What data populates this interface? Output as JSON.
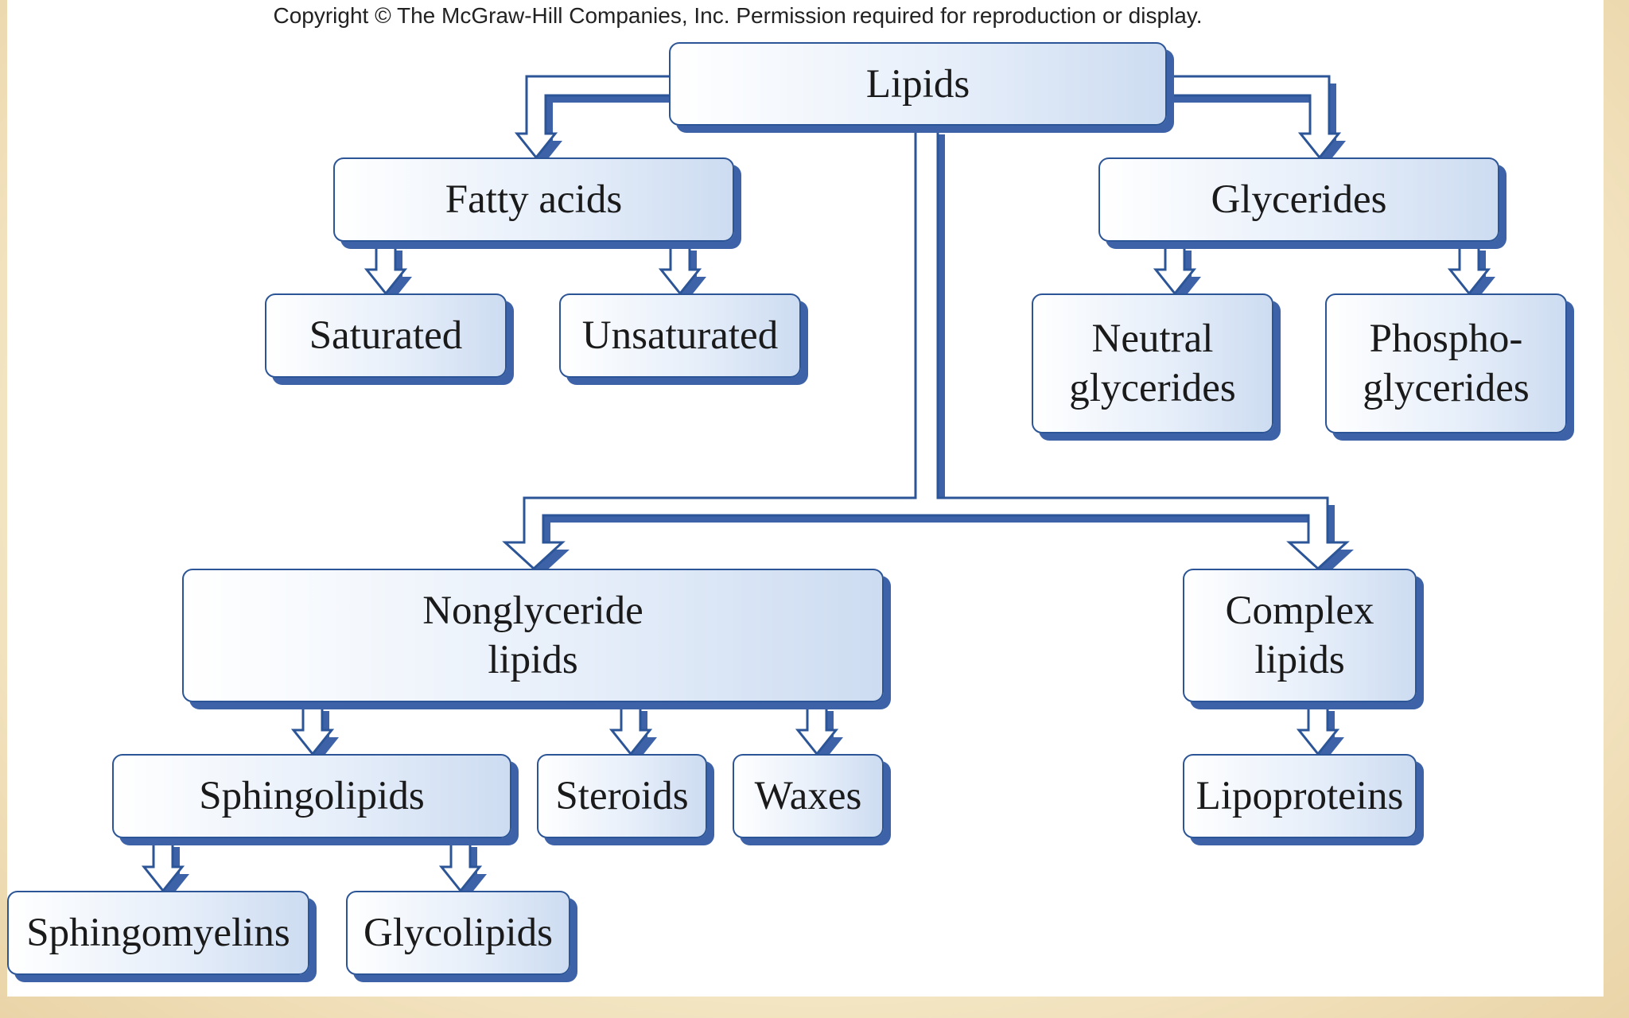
{
  "copyright": "Copyright © The McGraw-Hill Companies, Inc. Permission required for reproduction or display.",
  "nodes": {
    "lipids": "Lipids",
    "fatty_acids": "Fatty acids",
    "glycerides": "Glycerides",
    "saturated": "Saturated",
    "unsaturated": "Unsaturated",
    "neutral_glycerides": "Neutral\nglycerides",
    "phosphoglycerides": "Phospho-\nglycerides",
    "nonglyceride_lipids": "Nonglyceride\nlipids",
    "complex_lipids": "Complex\nlipids",
    "sphingolipids": "Sphingolipids",
    "steroids": "Steroids",
    "waxes": "Waxes",
    "lipoproteins": "Lipoproteins",
    "sphingomyelins": "Sphingomyelins",
    "glycolipids": "Glycolipids"
  },
  "colors": {
    "border": "#2c5597",
    "shadow": "#3d62a8",
    "fill_light": "#ffffff",
    "fill_dark": "#cddcf1"
  }
}
